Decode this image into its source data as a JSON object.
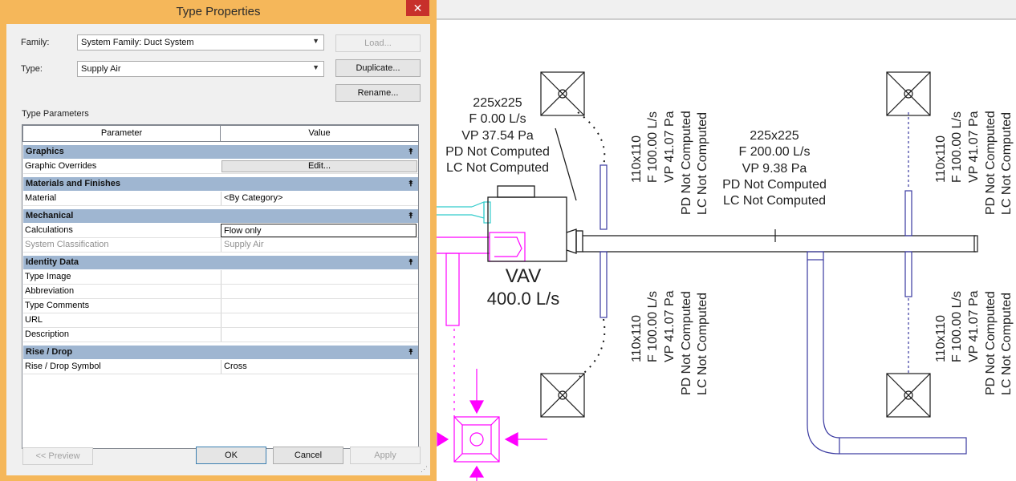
{
  "dialog": {
    "title": "Type Properties",
    "close_glyph": "✕",
    "family_label": "Family:",
    "family_value": "System Family: Duct System",
    "type_label": "Type:",
    "type_value": "Supply Air",
    "load_label": "Load...",
    "duplicate_label": "Duplicate...",
    "rename_label": "Rename...",
    "type_parameters_label": "Type Parameters",
    "grid_header": {
      "parameter": "Parameter",
      "value": "Value"
    },
    "collapse_glyph": "⯭",
    "groups": [
      {
        "name": "Graphics",
        "rows": [
          {
            "param": "Graphic Overrides",
            "value": "Edit...",
            "kind": "button"
          }
        ]
      },
      {
        "name": "Materials and Finishes",
        "rows": [
          {
            "param": "Material",
            "value": "<By Category>"
          }
        ]
      },
      {
        "name": "Mechanical",
        "rows": [
          {
            "param": "Calculations",
            "value": "Flow only",
            "kind": "edit"
          },
          {
            "param": "System Classification",
            "value": "Supply Air",
            "kind": "dim"
          }
        ]
      },
      {
        "name": "Identity Data",
        "rows": [
          {
            "param": "Type Image",
            "value": ""
          },
          {
            "param": "Abbreviation",
            "value": ""
          },
          {
            "param": "Type Comments",
            "value": ""
          },
          {
            "param": "URL",
            "value": ""
          },
          {
            "param": "Description",
            "value": ""
          }
        ]
      },
      {
        "name": "Rise / Drop",
        "rows": [
          {
            "param": "Rise / Drop Symbol",
            "value": "Cross"
          }
        ]
      }
    ],
    "preview_label": "<< Preview",
    "ok_label": "OK",
    "cancel_label": "Cancel",
    "apply_label": "Apply"
  },
  "drawing": {
    "vav_label": "VAV",
    "vav_flow": "400.0 L/s",
    "tag_left": [
      "225x225",
      "F 0.00 L/s",
      "VP 37.54 Pa",
      "PD Not Computed",
      "LC Not Computed"
    ],
    "tag_main": [
      "225x225",
      "F 200.00 L/s",
      "VP 9.38 Pa",
      "PD Not Computed",
      "LC Not Computed"
    ],
    "tag_branch": [
      "110x110",
      "F 100.00 L/s",
      "VP 41.07 Pa",
      "PD Not Computed",
      "LC Not Computed"
    ],
    "colors": {
      "line": "#1a1a1a",
      "magenta": "#ff00ff",
      "cyan": "#33cccc",
      "branch": "#3a3aa0"
    }
  }
}
